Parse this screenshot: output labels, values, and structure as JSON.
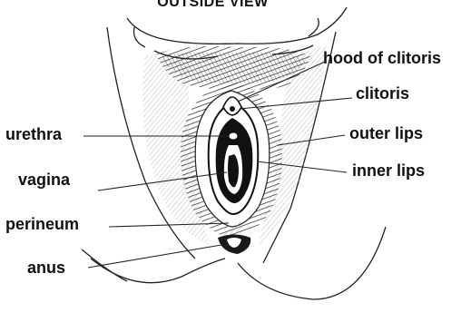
{
  "title": "OUTSIDE VIEW",
  "labels": {
    "hood_of_clitoris": "hood of clitoris",
    "clitoris": "clitoris",
    "urethra": "urethra",
    "outer_lips": "outer lips",
    "vagina": "vagina",
    "inner_lips": "inner lips",
    "perineum": "perineum",
    "anus": "anus"
  },
  "colors": {
    "ink": "#111111",
    "hatch": "#8c8c8c",
    "hair": "#2a2a2a"
  }
}
